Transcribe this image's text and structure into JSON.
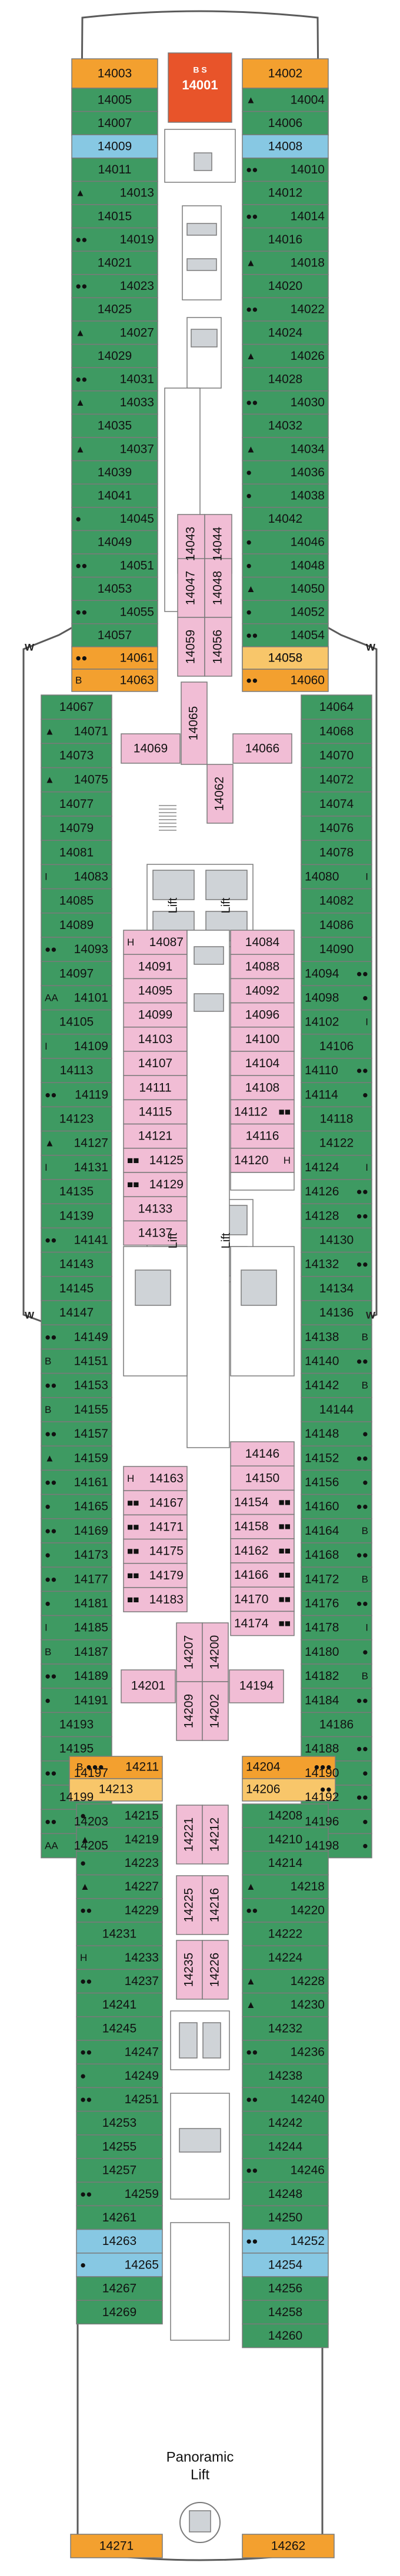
{
  "deck": {
    "colors": {
      "green": "#3e9a62",
      "pink": "#f1bdd5",
      "orange": "#f3a02f",
      "light_orange": "#f8c66a",
      "blue": "#87c8e3",
      "gray": "#cfd3d7",
      "suite": "#e8542a"
    },
    "suite_label_small": "B S",
    "suite_label": "14001",
    "top_left": "14003",
    "top_right": "14002",
    "w_left": "W",
    "w_right": "W",
    "lift_label": "Lift",
    "panoramic_lift": [
      "Panoramic",
      "Lift"
    ],
    "aft_bottom_left": "14271",
    "aft_bottom_right": "14262",
    "left_fore": [
      {
        "n": "14005",
        "i": ""
      },
      {
        "n": "14007",
        "i": ""
      },
      {
        "n": "14009",
        "i": ""
      },
      {
        "n": "14011",
        "i": ""
      },
      {
        "n": "14013",
        "i": "▲"
      },
      {
        "n": "14015",
        "i": ""
      },
      {
        "n": "14019",
        "i": "●●"
      },
      {
        "n": "14021",
        "i": ""
      },
      {
        "n": "14023",
        "i": "●●"
      },
      {
        "n": "14025",
        "i": ""
      },
      {
        "n": "14027",
        "i": "▲"
      },
      {
        "n": "14029",
        "i": ""
      },
      {
        "n": "14031",
        "i": "●●"
      },
      {
        "n": "14033",
        "i": "▲"
      },
      {
        "n": "14035",
        "i": ""
      },
      {
        "n": "14037",
        "i": "▲"
      },
      {
        "n": "14039",
        "i": ""
      },
      {
        "n": "14041",
        "i": ""
      },
      {
        "n": "14045",
        "i": "●"
      },
      {
        "n": "14049",
        "i": ""
      },
      {
        "n": "14051",
        "i": "●●"
      },
      {
        "n": "14053",
        "i": ""
      },
      {
        "n": "14055",
        "i": "●●"
      },
      {
        "n": "14057",
        "i": ""
      }
    ],
    "right_fore": [
      {
        "n": "14004",
        "i": "▲"
      },
      {
        "n": "14006",
        "i": ""
      },
      {
        "n": "14008",
        "i": ""
      },
      {
        "n": "14010",
        "i": "●●"
      },
      {
        "n": "14012",
        "i": ""
      },
      {
        "n": "14014",
        "i": "●●"
      },
      {
        "n": "14016",
        "i": ""
      },
      {
        "n": "14018",
        "i": "▲"
      },
      {
        "n": "14020",
        "i": ""
      },
      {
        "n": "14022",
        "i": "●●"
      },
      {
        "n": "14024",
        "i": ""
      },
      {
        "n": "14026",
        "i": "▲"
      },
      {
        "n": "14028",
        "i": ""
      },
      {
        "n": "14030",
        "i": "●●"
      },
      {
        "n": "14032",
        "i": ""
      },
      {
        "n": "14034",
        "i": "▲"
      },
      {
        "n": "14036",
        "i": "●"
      },
      {
        "n": "14038",
        "i": "●"
      },
      {
        "n": "14042",
        "i": ""
      },
      {
        "n": "14046",
        "i": "●"
      },
      {
        "n": "14048",
        "i": "●"
      },
      {
        "n": "14050",
        "i": "▲"
      },
      {
        "n": "14052",
        "i": "●"
      },
      {
        "n": "14054",
        "i": "●●"
      }
    ],
    "fore_center": [
      "14043",
      "14044",
      "14047",
      "14048",
      "14059",
      "14056"
    ],
    "fore_joint_left": [
      {
        "n": "14061",
        "i": "●●"
      },
      {
        "n": "14063",
        "i": "B"
      }
    ],
    "fore_joint_right": [
      {
        "n": "14058",
        "i": ""
      },
      {
        "n": "14060",
        "i": "●●"
      }
    ],
    "mid_left": [
      {
        "n": "14067",
        "i": ""
      },
      {
        "n": "14071",
        "i": "▲"
      },
      {
        "n": "14073",
        "i": ""
      },
      {
        "n": "14075",
        "i": "▲"
      },
      {
        "n": "14077",
        "i": ""
      },
      {
        "n": "14079",
        "i": ""
      },
      {
        "n": "14081",
        "i": ""
      },
      {
        "n": "14083",
        "i": "I"
      },
      {
        "n": "14085",
        "i": ""
      },
      {
        "n": "14089",
        "i": ""
      },
      {
        "n": "14093",
        "i": "●●"
      },
      {
        "n": "14097",
        "i": ""
      },
      {
        "n": "14101",
        "i": "AA"
      },
      {
        "n": "14105",
        "i": ""
      },
      {
        "n": "14109",
        "i": "I"
      },
      {
        "n": "14113",
        "i": ""
      },
      {
        "n": "14119",
        "i": "●●"
      },
      {
        "n": "14123",
        "i": ""
      },
      {
        "n": "14127",
        "i": "▲"
      },
      {
        "n": "14131",
        "i": "I"
      },
      {
        "n": "14135",
        "i": ""
      },
      {
        "n": "14139",
        "i": ""
      },
      {
        "n": "14141",
        "i": "●●"
      },
      {
        "n": "14143",
        "i": ""
      },
      {
        "n": "14145",
        "i": ""
      },
      {
        "n": "14147",
        "i": ""
      },
      {
        "n": "14149",
        "i": "●●"
      },
      {
        "n": "14151",
        "i": "B"
      },
      {
        "n": "14153",
        "i": "●●"
      },
      {
        "n": "14155",
        "i": "B"
      },
      {
        "n": "14157",
        "i": "●●"
      },
      {
        "n": "14159",
        "i": "▲"
      },
      {
        "n": "14161",
        "i": "●●"
      },
      {
        "n": "14165",
        "i": "●"
      },
      {
        "n": "14169",
        "i": "●●"
      },
      {
        "n": "14173",
        "i": "●"
      },
      {
        "n": "14177",
        "i": "●●"
      },
      {
        "n": "14181",
        "i": "●"
      },
      {
        "n": "14185",
        "i": "I"
      },
      {
        "n": "14187",
        "i": "B"
      },
      {
        "n": "14189",
        "i": "●●"
      },
      {
        "n": "14191",
        "i": "●"
      },
      {
        "n": "14193",
        "i": ""
      },
      {
        "n": "14195",
        "i": ""
      },
      {
        "n": "14197",
        "i": "●●"
      },
      {
        "n": "14199",
        "i": ""
      },
      {
        "n": "14203",
        "i": "●●"
      },
      {
        "n": "14205",
        "i": "AA"
      }
    ],
    "mid_right": [
      {
        "n": "14064",
        "i": ""
      },
      {
        "n": "14068",
        "i": ""
      },
      {
        "n": "14070",
        "i": ""
      },
      {
        "n": "14072",
        "i": ""
      },
      {
        "n": "14074",
        "i": ""
      },
      {
        "n": "14076",
        "i": ""
      },
      {
        "n": "14078",
        "i": ""
      },
      {
        "n": "14080",
        "i": "I"
      },
      {
        "n": "14082",
        "i": ""
      },
      {
        "n": "14086",
        "i": ""
      },
      {
        "n": "14090",
        "i": ""
      },
      {
        "n": "14094",
        "i": "●●"
      },
      {
        "n": "14098",
        "i": "●"
      },
      {
        "n": "14102",
        "i": "I"
      },
      {
        "n": "14106",
        "i": ""
      },
      {
        "n": "14110",
        "i": "●●"
      },
      {
        "n": "14114",
        "i": "●"
      },
      {
        "n": "14118",
        "i": ""
      },
      {
        "n": "14122",
        "i": ""
      },
      {
        "n": "14124",
        "i": "I"
      },
      {
        "n": "14126",
        "i": "●●"
      },
      {
        "n": "14128",
        "i": "●●"
      },
      {
        "n": "14130",
        "i": ""
      },
      {
        "n": "14132",
        "i": "●●"
      },
      {
        "n": "14134",
        "i": ""
      },
      {
        "n": "14136",
        "i": ""
      },
      {
        "n": "14138",
        "i": "B"
      },
      {
        "n": "14140",
        "i": "●●"
      },
      {
        "n": "14142",
        "i": "B"
      },
      {
        "n": "14144",
        "i": ""
      },
      {
        "n": "14148",
        "i": "●"
      },
      {
        "n": "14152",
        "i": "●●"
      },
      {
        "n": "14156",
        "i": "●"
      },
      {
        "n": "14160",
        "i": "●●"
      },
      {
        "n": "14164",
        "i": "B"
      },
      {
        "n": "14168",
        "i": "●●"
      },
      {
        "n": "14172",
        "i": "B"
      },
      {
        "n": "14176",
        "i": "●●"
      },
      {
        "n": "14178",
        "i": "I"
      },
      {
        "n": "14180",
        "i": "●"
      },
      {
        "n": "14182",
        "i": "B"
      },
      {
        "n": "14184",
        "i": "●●"
      },
      {
        "n": "14186",
        "i": ""
      },
      {
        "n": "14188",
        "i": "●●"
      },
      {
        "n": "14190",
        "i": "●"
      },
      {
        "n": "14192",
        "i": "●●"
      },
      {
        "n": "14196",
        "i": "●"
      },
      {
        "n": "14198",
        "i": "●"
      }
    ],
    "inner_left_1": [
      {
        "n": "14087",
        "i": "H"
      },
      {
        "n": "14091",
        "i": ""
      },
      {
        "n": "14095",
        "i": ""
      },
      {
        "n": "14099",
        "i": ""
      },
      {
        "n": "14103",
        "i": ""
      },
      {
        "n": "14107",
        "i": ""
      },
      {
        "n": "14111",
        "i": ""
      },
      {
        "n": "14115",
        "i": ""
      },
      {
        "n": "14121",
        "i": ""
      },
      {
        "n": "14125",
        "i": "■■"
      },
      {
        "n": "14129",
        "i": "■■"
      },
      {
        "n": "14133",
        "i": ""
      },
      {
        "n": "14137",
        "i": ""
      }
    ],
    "inner_right_1": [
      {
        "n": "14084",
        "i": ""
      },
      {
        "n": "14088",
        "i": ""
      },
      {
        "n": "14092",
        "i": ""
      },
      {
        "n": "14096",
        "i": ""
      },
      {
        "n": "14100",
        "i": ""
      },
      {
        "n": "14104",
        "i": ""
      },
      {
        "n": "14108",
        "i": ""
      },
      {
        "n": "14112",
        "i": "■■"
      },
      {
        "n": "14116",
        "i": ""
      },
      {
        "n": "14120",
        "i": "H"
      }
    ],
    "inner_left_2": [
      {
        "n": "14163",
        "i": "H"
      },
      {
        "n": "14167",
        "i": "■■"
      },
      {
        "n": "14171",
        "i": "■■"
      },
      {
        "n": "14175",
        "i": "■■"
      },
      {
        "n": "14179",
        "i": "■■"
      },
      {
        "n": "14183",
        "i": "■■"
      }
    ],
    "inner_right_2": [
      {
        "n": "14146",
        "i": ""
      },
      {
        "n": "14150",
        "i": ""
      },
      {
        "n": "14154",
        "i": "■■"
      },
      {
        "n": "14158",
        "i": "■■"
      },
      {
        "n": "14162",
        "i": "■■"
      },
      {
        "n": "14166",
        "i": "■■"
      },
      {
        "n": "14170",
        "i": "■■"
      },
      {
        "n": "14174",
        "i": "■■"
      }
    ],
    "mid_center_top": [
      "14069",
      "14065",
      "14066",
      "14062"
    ],
    "mid_center_bottom": [
      "14207",
      "14200",
      "14201",
      "14209",
      "14202",
      "14194"
    ],
    "aft_joint_left": [
      {
        "n": "14211",
        "i": "B ●●●"
      },
      {
        "n": "14213",
        "i": ""
      }
    ],
    "aft_joint_right": [
      {
        "n": "14204",
        "i": "●●●"
      },
      {
        "n": "14206",
        "i": "●●"
      }
    ],
    "aft_left": [
      {
        "n": "14215",
        "i": "●"
      },
      {
        "n": "14219",
        "i": "▲"
      },
      {
        "n": "14223",
        "i": "●"
      },
      {
        "n": "14227",
        "i": "▲"
      },
      {
        "n": "14229",
        "i": "●●"
      },
      {
        "n": "14231",
        "i": ""
      },
      {
        "n": "14233",
        "i": "H"
      },
      {
        "n": "14237",
        "i": "●●"
      },
      {
        "n": "14241",
        "i": ""
      },
      {
        "n": "14245",
        "i": ""
      },
      {
        "n": "14247",
        "i": "●●"
      },
      {
        "n": "14249",
        "i": "●"
      },
      {
        "n": "14251",
        "i": "●●"
      },
      {
        "n": "14253",
        "i": ""
      },
      {
        "n": "14255",
        "i": ""
      },
      {
        "n": "14257",
        "i": ""
      },
      {
        "n": "14259",
        "i": "●●"
      },
      {
        "n": "14261",
        "i": ""
      },
      {
        "n": "14263",
        "i": ""
      },
      {
        "n": "14265",
        "i": "●"
      },
      {
        "n": "14267",
        "i": ""
      },
      {
        "n": "14269",
        "i": ""
      }
    ],
    "aft_right": [
      {
        "n": "14208",
        "i": ""
      },
      {
        "n": "14210",
        "i": ""
      },
      {
        "n": "14214",
        "i": ""
      },
      {
        "n": "14218",
        "i": "▲"
      },
      {
        "n": "14220",
        "i": "●●"
      },
      {
        "n": "14222",
        "i": ""
      },
      {
        "n": "14224",
        "i": ""
      },
      {
        "n": "14228",
        "i": "▲"
      },
      {
        "n": "14230",
        "i": "▲"
      },
      {
        "n": "14232",
        "i": ""
      },
      {
        "n": "14236",
        "i": "●●"
      },
      {
        "n": "14238",
        "i": ""
      },
      {
        "n": "14240",
        "i": "●●"
      },
      {
        "n": "14242",
        "i": ""
      },
      {
        "n": "14244",
        "i": ""
      },
      {
        "n": "14246",
        "i": "●●"
      },
      {
        "n": "14248",
        "i": ""
      },
      {
        "n": "14250",
        "i": ""
      },
      {
        "n": "14252",
        "i": "●●"
      },
      {
        "n": "14254",
        "i": ""
      },
      {
        "n": "14256",
        "i": ""
      },
      {
        "n": "14258",
        "i": ""
      },
      {
        "n": "14260",
        "i": ""
      }
    ],
    "aft_center": [
      "14221",
      "14212",
      "14225",
      "14216",
      "14235",
      "14226"
    ]
  }
}
